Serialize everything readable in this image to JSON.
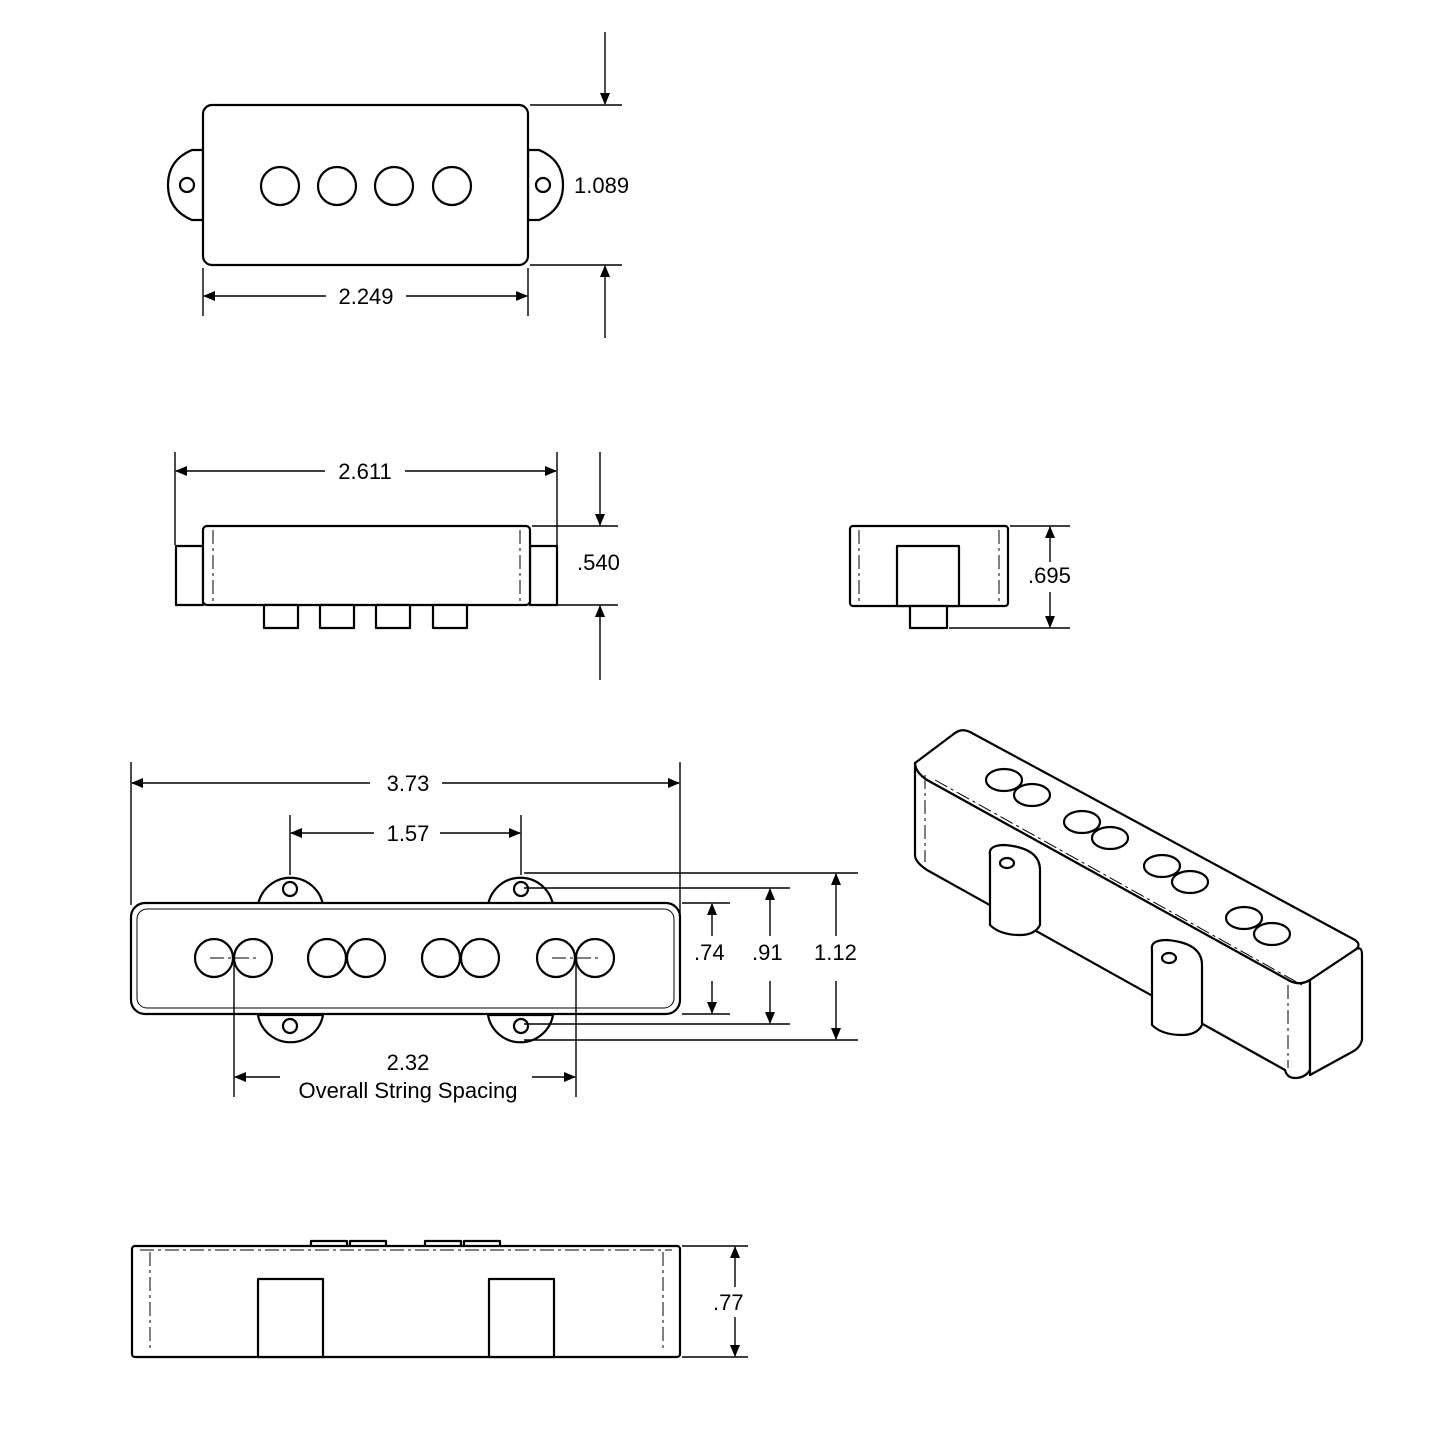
{
  "dimensions": {
    "p_bass_top_height": "1.089",
    "p_bass_top_width": "2.249",
    "p_bass_side_width": "2.611",
    "p_bass_side_height": ".540",
    "p_bass_end_height": ".695",
    "j_bass_overall_length": "3.73",
    "j_bass_mount_spacing": "1.57",
    "j_bass_cover_width": ".74",
    "j_bass_ear_width": ".91",
    "j_bass_total_width": "1.12",
    "j_bass_string_spacing": "2.32",
    "j_bass_string_spacing_caption": "Overall String Spacing",
    "j_bass_side_height": ".77"
  }
}
